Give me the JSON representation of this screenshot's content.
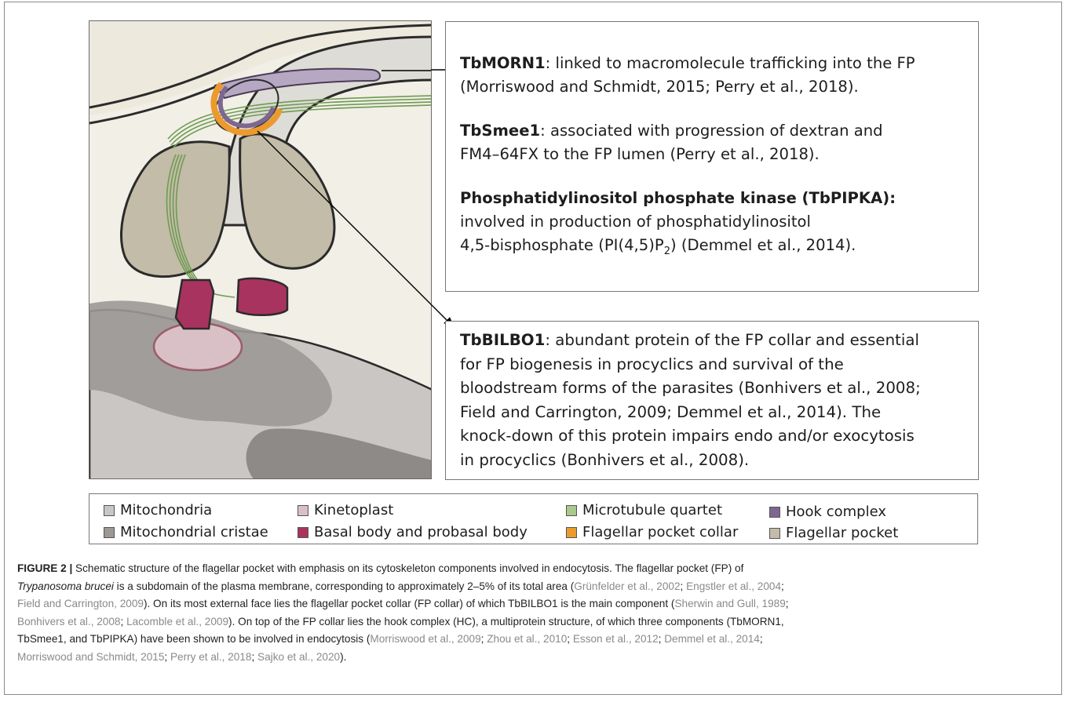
{
  "colors": {
    "mitochondria": "#c9c6c3",
    "kinetoplast": "#d9c0c6",
    "cristae": "#9b9896",
    "basal_body": "#a8335e",
    "microtubule": "#aac98e",
    "fp_collar": "#ec9a2e",
    "hook": "#7d6790",
    "flagellar_pocket": "#c2bca8",
    "background": "#f1efe6"
  },
  "annotations": {
    "tbmorn1": {
      "name": "TbMORN1",
      "line1": ": linked to macromolecule trafficking into the FP",
      "line2": "(Morriswood and Schmidt, 2015; Perry et al., 2018)."
    },
    "tbsmee1": {
      "name": "TbSmee1",
      "line1": ":  associated with progression of dextran and",
      "line2": "FM4–64FX to the FP lumen (Perry et al., 2018)."
    },
    "tbpipka": {
      "name": "Phosphatidylinositol phosphate kinase (TbPIPKA)",
      "suffix": ":",
      "line2": "involved in production of phosphatidylinositol",
      "line3_pre": "4,5-bisphosphate (PI(4,5)P",
      "line3_sub": "2",
      "line3_post": ") (Demmel et al., 2014)."
    },
    "tbbilbo1": {
      "name": "TbBILBO1",
      "line1": ": abundant protein of the FP collar and essential",
      "line2": "for FP biogenesis in procyclics and survival of the",
      "line3": "bloodstream forms of the parasites (Bonhivers et al., 2008;",
      "line4": "Field and Carrington, 2009; Demmel et al., 2014). The",
      "line5": "knock-down of this protein impairs endo and/or exocytosis",
      "line6": "in procyclics  (Bonhivers et al., 2008)."
    }
  },
  "legend": [
    {
      "label": "Mitochondria",
      "color": "#c9c6c3"
    },
    {
      "label": "Mitochondrial cristae",
      "color": "#9b9896"
    },
    {
      "label": "Kinetoplast",
      "color": "#d9c0c6"
    },
    {
      "label": "Basal body and probasal body",
      "color": "#a8335e"
    },
    {
      "label": "Microtubule quartet",
      "color": "#aac98e"
    },
    {
      "label": "Flagellar pocket collar",
      "color": "#ec9a2e"
    },
    {
      "label": "Hook complex",
      "color": "#7d6790"
    },
    {
      "label": "Flagellar pocket",
      "color": "#c2bca8"
    }
  ],
  "caption": {
    "label": "FIGURE 2 |",
    "t1": " Schematic structure of the flagellar pocket with emphasis on its cytoskeleton components involved in endocytosis. The flagellar pocket (FP) of",
    "species": "Trypanosoma brucei",
    "t2": " is a subdomain of the plasma membrane, corresponding to approximately 2–5% of its total area (",
    "r1": "Grünfelder et al., 2002",
    "s1": "; ",
    "r2": "Engstler et al., 2004",
    "s2": ";",
    "r3": "Field and Carrington, 2009",
    "t3": "). On its most external face lies the flagellar pocket collar (FP collar) of which TbBILBO1 is the main component (",
    "r4": "Sherwin and Gull, 1989",
    "s3": ";",
    "r5": "Bonhivers et al., 2008",
    "s4": "; ",
    "r6": "Lacomble et al., 2009",
    "t4": "). On top of the FP collar lies the hook complex (HC), a multiprotein structure, of which three components (TbMORN1,",
    "t5": "TbSmee1, and TbPIPKA) have been shown to be involved in endocytosis (",
    "r7": "Morriswood et al., 2009",
    "s5": "; ",
    "r8": "Zhou et al., 2010",
    "s6": "; ",
    "r9": "Esson et al., 2012",
    "s7": "; ",
    "r10": "Demmel et al., 2014",
    "s8": ";",
    "r11": "Morriswood and Schmidt, 2015",
    "s9": "; ",
    "r12": "Perry et al., 2018",
    "s10": "; ",
    "r13": "Sajko et al., 2020",
    "t6": ")."
  }
}
